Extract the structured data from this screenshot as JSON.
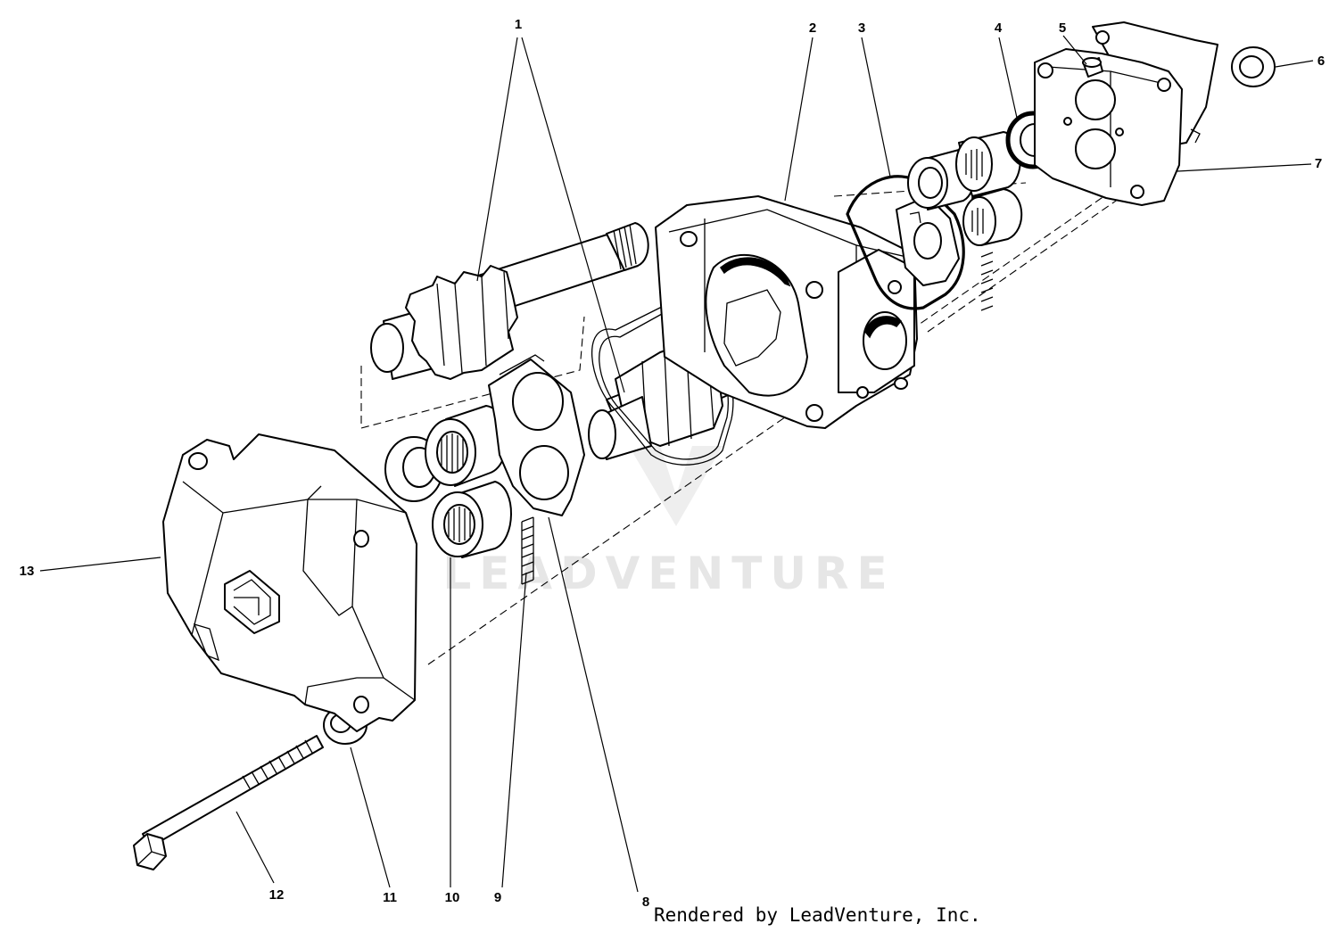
{
  "diagram": {
    "callouts": [
      "1",
      "2",
      "3",
      "4",
      "5",
      "6",
      "7",
      "8",
      "9",
      "10",
      "11",
      "12",
      "13"
    ],
    "credit": "Rendered by LeadVenture, Inc.",
    "watermark": "LEADVENTURE"
  }
}
